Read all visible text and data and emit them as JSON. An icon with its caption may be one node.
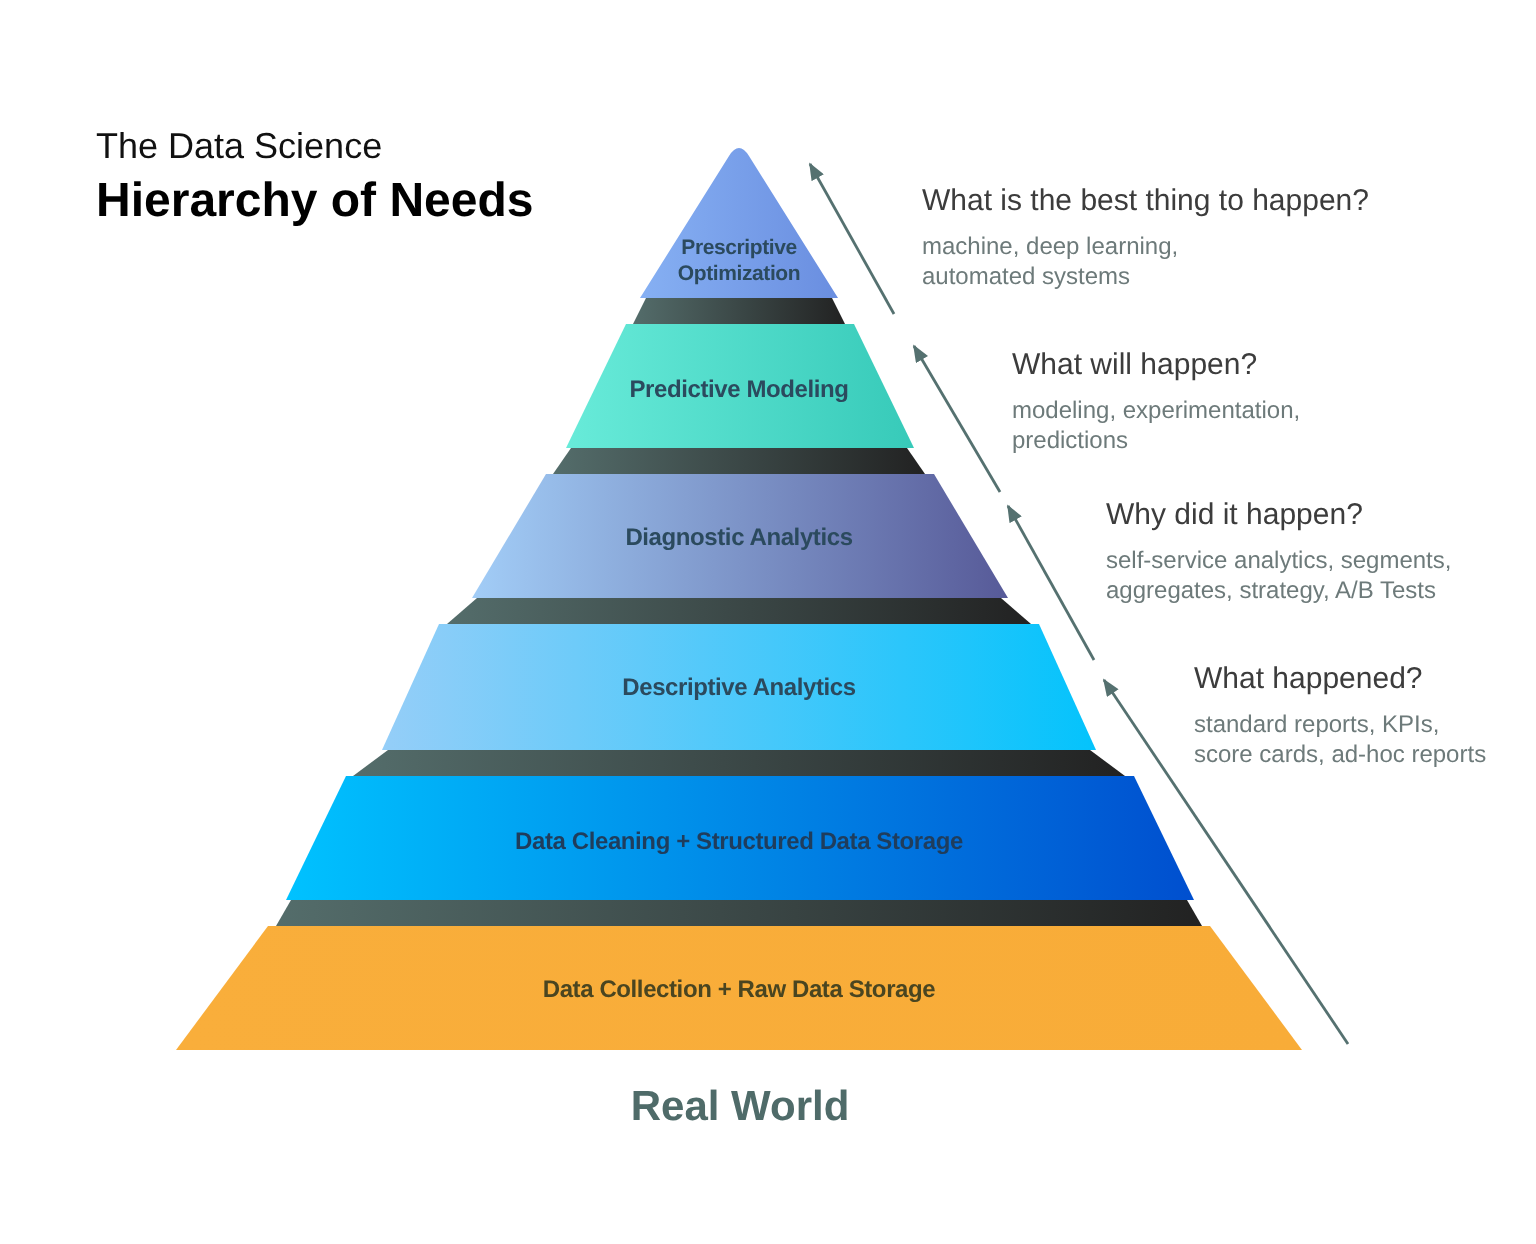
{
  "diagram": {
    "title": "Hierarchy of Needs",
    "nodes": [
      {
        "text": [
          "Prescriptive Optimization"
        ],
        "beside": [
          "What is the best thing to happen?",
          "machine, deep learning, automated systems"
        ]
      },
      {
        "text": [
          "Predictive Modeling"
        ],
        "beside": [
          "What will happen?",
          "modeling, experimentation, predictions"
        ]
      },
      {
        "text": [
          "Diagnostic Analytics"
        ],
        "beside": [
          "Why did it happen?",
          "self-service analytics, segments, aggregates, strategy, A/B Tests"
        ]
      },
      {
        "text": [
          "Descriptive Analytics"
        ],
        "beside": [
          "What happened?",
          "standard reports, KPIs, score cards, ad-hoc reports"
        ]
      },
      {
        "text": [
          "Data Cleaning + Structured Data Storage"
        ]
      },
      {
        "text": [
          "Data Collection + Raw Data Storage"
        ]
      }
    ],
    "labels": [
      "The Data Science",
      "Real World"
    ]
  }
}
